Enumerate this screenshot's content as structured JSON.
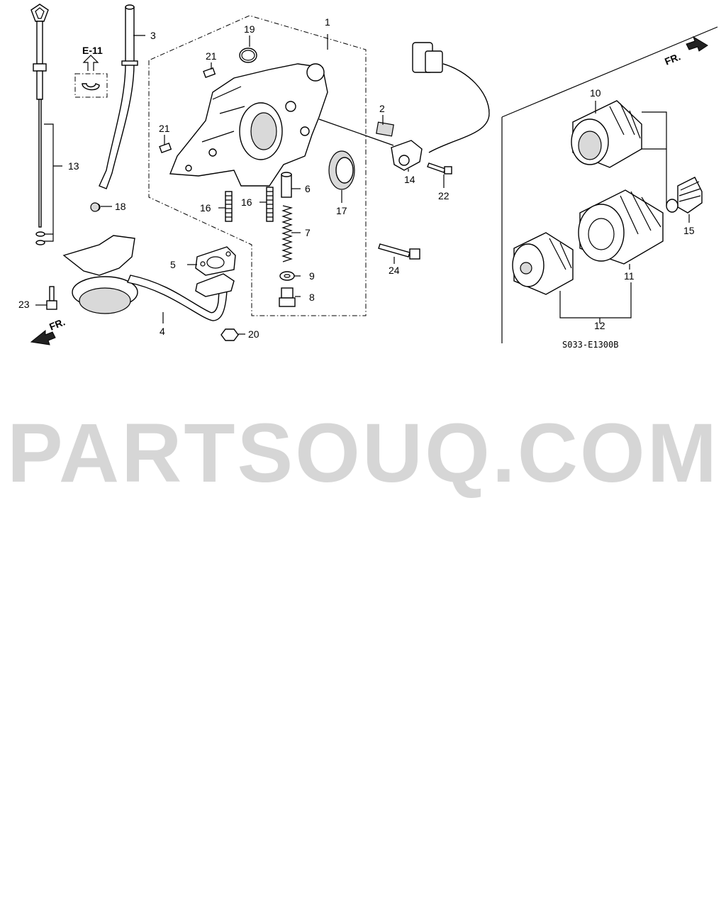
{
  "diagram": {
    "callouts": [
      "1",
      "2",
      "3",
      "4",
      "5",
      "6",
      "7",
      "8",
      "9",
      "10",
      "11",
      "12",
      "13",
      "14",
      "15",
      "16",
      "16",
      "17",
      "18",
      "19",
      "20",
      "21",
      "21",
      "22",
      "23",
      "24"
    ],
    "reference": "E-11",
    "front_marker": "FR.",
    "drawing_code": "S033-E1300B"
  },
  "watermark": "PARTSOUQ.COM"
}
